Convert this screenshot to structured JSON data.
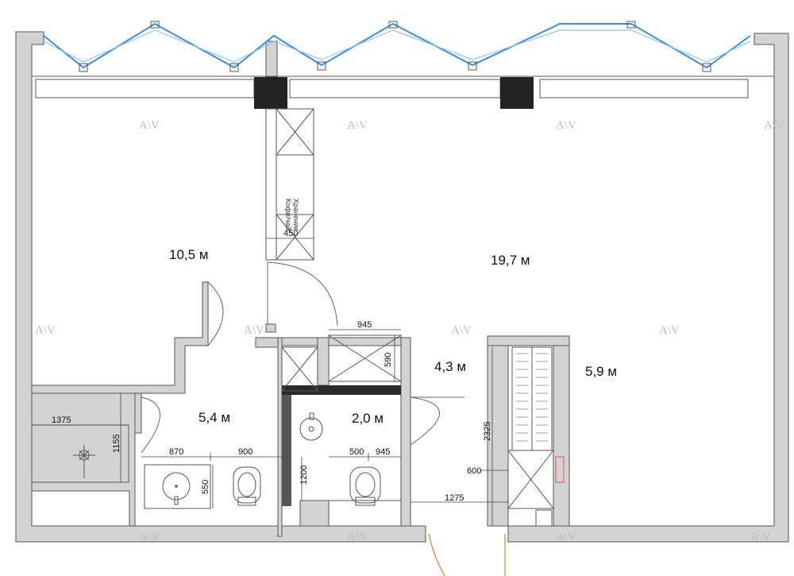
{
  "plan": {
    "rooms": [
      {
        "id": "room-main-left",
        "area": "10,5 м"
      },
      {
        "id": "room-main-right",
        "area": "19,7 м"
      },
      {
        "id": "room-hall",
        "area": "4,3 м"
      },
      {
        "id": "room-dressing",
        "area": "5,9 м"
      },
      {
        "id": "room-bath-large",
        "area": "5,4 м"
      },
      {
        "id": "room-bath-small",
        "area": "2,0 м"
      }
    ],
    "storage_label_line1": "Хранение",
    "storage_label_line2": "Кофе/чай",
    "dimensions": {
      "storage_width": "450",
      "hall_top": "945",
      "hall_niche": "590",
      "dressing_height": "2325",
      "dressing_depth": "600",
      "entry_width": "1275",
      "bath_left_width": "1375",
      "bath_left_height": "1155",
      "bath_870": "870",
      "bath_900": "900",
      "sink_550": "550",
      "wc_1200": "1200",
      "wc_500": "500",
      "wc_945": "945"
    },
    "watermark": "A\\V"
  }
}
